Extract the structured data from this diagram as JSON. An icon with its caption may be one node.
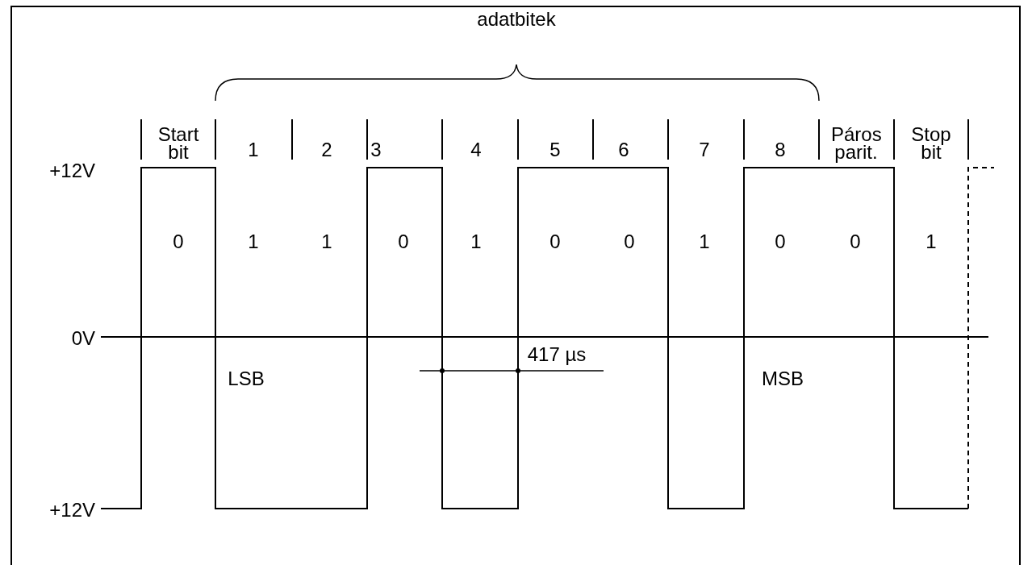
{
  "diagram": {
    "labels": [
      "adatbitek",
      "Start bit",
      "1",
      "2",
      "3",
      "4",
      "5",
      "6",
      "7",
      "8",
      "Páros parit.",
      "Stop bit",
      "+12V",
      "0",
      "1",
      "1",
      "0",
      "1",
      "0",
      "0",
      "1",
      "0",
      "0",
      "1",
      "0V",
      "LSB",
      "417 µs",
      "MSB",
      "+12V"
    ]
  }
}
